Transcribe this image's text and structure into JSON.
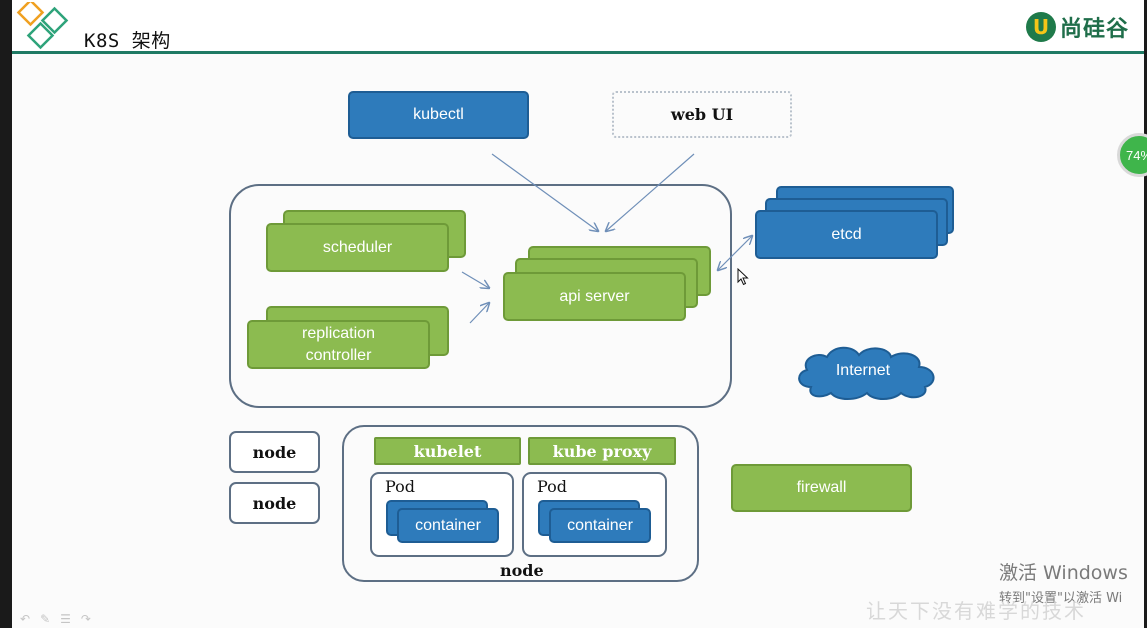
{
  "header": {
    "title": "K8S 架构",
    "brand_mark": "U",
    "brand_name": "尚硅谷"
  },
  "master": {
    "kubectl": "kubectl",
    "web_ui": "web UI",
    "scheduler": "scheduler",
    "replication_controller": "replication controller",
    "api_server": "api server",
    "etcd": "etcd"
  },
  "external": {
    "internet": "Internet",
    "firewall": "firewall"
  },
  "nodes": {
    "node_label_1": "node",
    "node_label_2": "node",
    "kubelet": "kubelet",
    "kube_proxy": "kube proxy",
    "pods": [
      {
        "label": "Pod",
        "container": "container"
      },
      {
        "label": "Pod",
        "container": "container"
      }
    ],
    "node_caption": "node"
  },
  "overlay": {
    "badge": "74%",
    "activate_title": "激活 Windows",
    "activate_sub": "转到\"设置\"以激活 Wi",
    "watermark": "让天下没有难学的技术"
  },
  "colors": {
    "blue": "#2e7bbb",
    "green": "#8cbb50",
    "header_line": "#1f7a64",
    "border": "#5d6f84"
  }
}
